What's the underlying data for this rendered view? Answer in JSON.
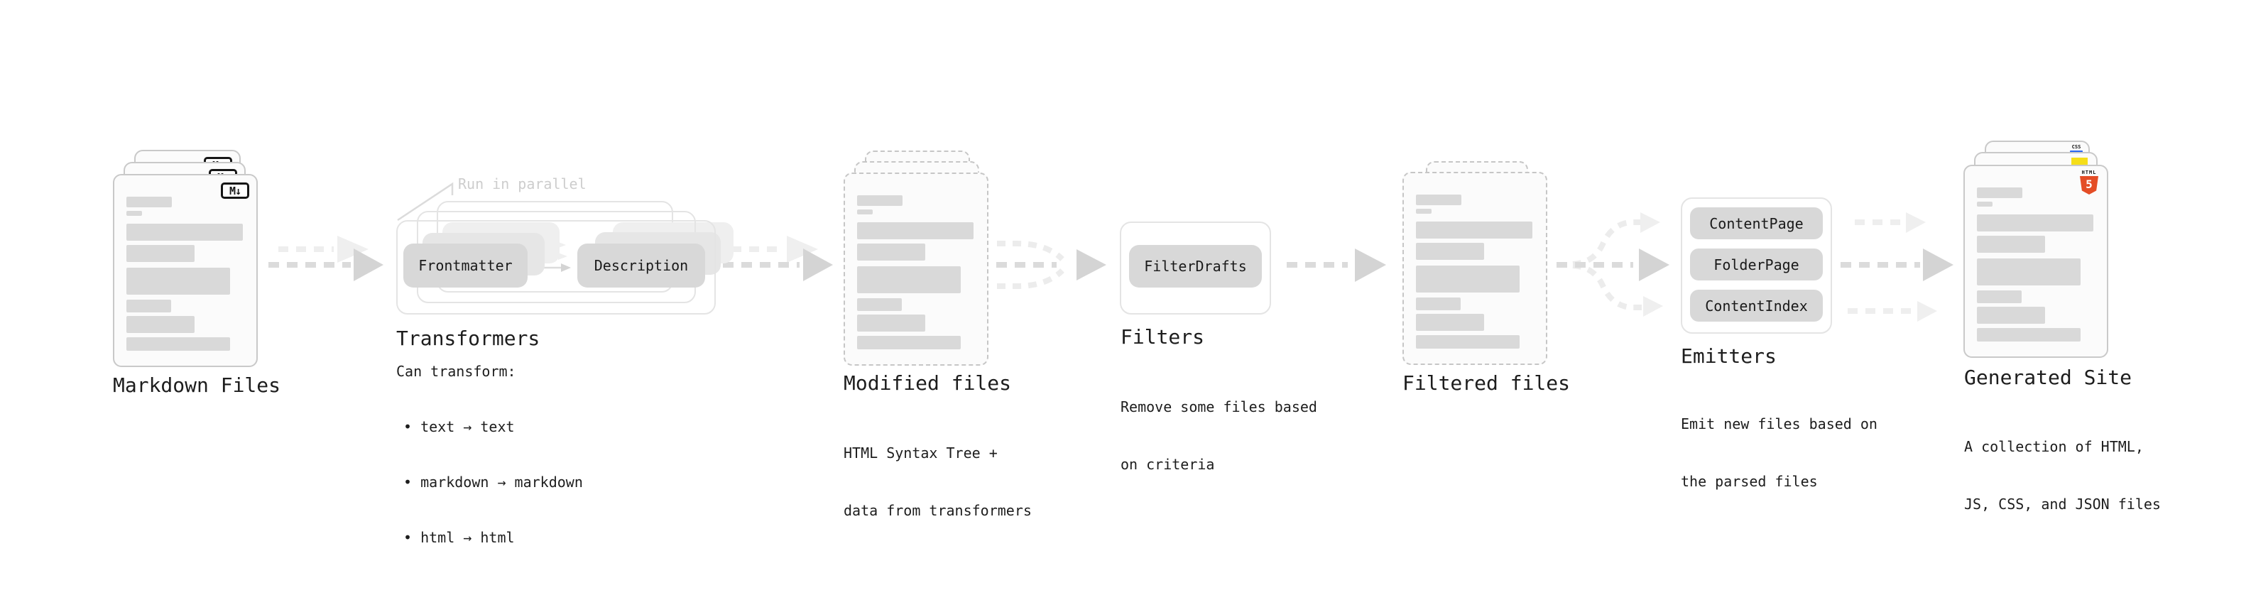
{
  "sections": {
    "markdown_files": {
      "title": "Markdown Files",
      "file_badge": "M↓"
    },
    "transformers": {
      "title": "Transformers",
      "callout": "Run in parallel",
      "step1": "Frontmatter",
      "step2": "Description",
      "note_heading": "Can transform:",
      "bullet1": "• text → text",
      "bullet2": "• markdown → markdown",
      "bullet3": "• html → html"
    },
    "modified_files": {
      "title": "Modified files",
      "desc_line1": "HTML Syntax Tree +",
      "desc_line2": "data from transformers"
    },
    "filters": {
      "title": "Filters",
      "step1": "FilterDrafts",
      "desc_line1": "Remove some files based",
      "desc_line2": "on criteria"
    },
    "filtered_files": {
      "title": "Filtered files"
    },
    "emitters": {
      "title": "Emitters",
      "step1": "ContentPage",
      "step2": "FolderPage",
      "step3": "ContentIndex",
      "desc_line1": "Emit new files based on",
      "desc_line2": "the parsed files"
    },
    "generated_site": {
      "title": "Generated Site",
      "desc_line1": "A collection of HTML,",
      "desc_line2": "JS, CSS, and JSON files",
      "html_icon_label": "HTML",
      "html_icon_number": "5",
      "css_icon_label": "CSS"
    }
  },
  "colors": {
    "html5_orange": "#e44d26",
    "js_yellow": "#f5de19",
    "css_blue": "#2965f1",
    "badge_gray": "#d8d8d8",
    "arrow_gray": "#d4d4d4",
    "card_border": "#c9c9c9",
    "text_dark": "#1d1d1d",
    "callout_muted": "#cdcdcd"
  }
}
